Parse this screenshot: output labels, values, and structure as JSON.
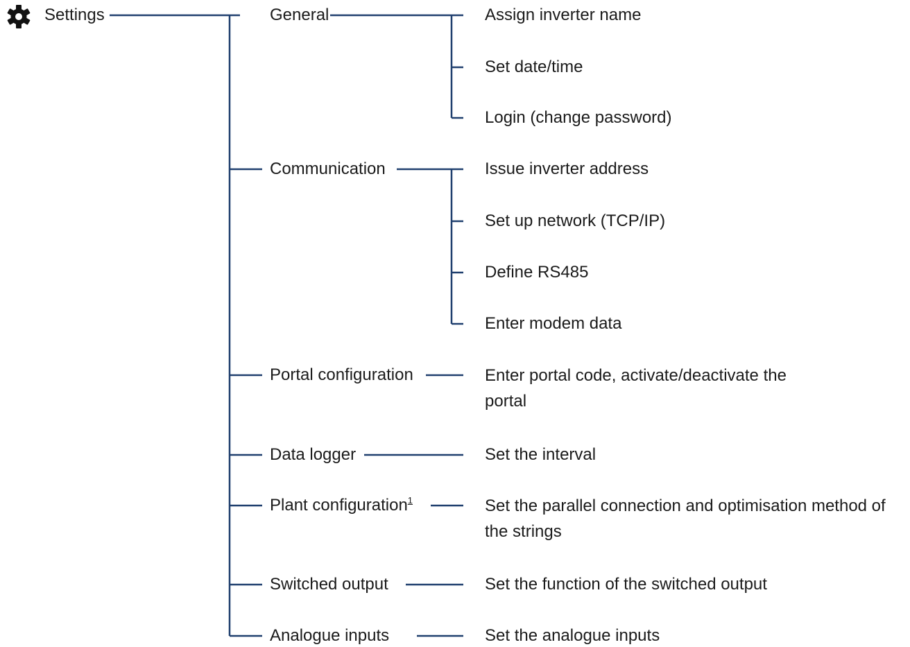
{
  "root": {
    "label": "Settings",
    "icon": "gear-icon"
  },
  "categories": [
    {
      "label": "General",
      "sup": "",
      "items": [
        "Assign inverter name",
        "Set date/time",
        "Login (change password)"
      ]
    },
    {
      "label": "Communication",
      "sup": "",
      "items": [
        "Issue inverter address",
        "Set up network (TCP/IP)",
        "Define RS485",
        "Enter modem data"
      ]
    },
    {
      "label": "Portal configuration",
      "sup": "",
      "items": [
        "Enter portal code, activate/deactivate the portal"
      ]
    },
    {
      "label": "Data logger",
      "sup": "",
      "items": [
        "Set the interval"
      ]
    },
    {
      "label": "Plant configuration",
      "sup": "1",
      "items": [
        "Set the parallel connection and optimisation method of the strings"
      ]
    },
    {
      "label": "Switched output",
      "sup": "",
      "items": [
        "Set the function of the switched output"
      ]
    },
    {
      "label": "Analogue inputs",
      "sup": "",
      "items": [
        "Set the analogue inputs"
      ]
    }
  ],
  "colors": {
    "line": "#1f3f6e",
    "text": "#1a1a1a"
  }
}
